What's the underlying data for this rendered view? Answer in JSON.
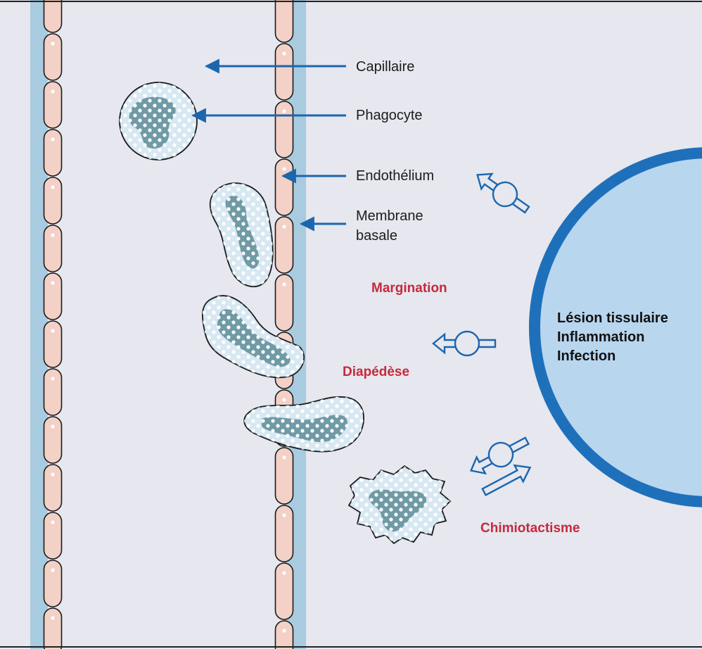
{
  "labels": {
    "capillaire": "Capillaire",
    "phagocyte": "Phagocyte",
    "endothelium": "Endothélium",
    "membrane_line1": "Membrane",
    "membrane_line2": "basale",
    "margination": "Margination",
    "diapedese": "Diapédèse",
    "chimiotactisme": "Chimiotactisme"
  },
  "lesion": {
    "line1": "Lésion tissulaire",
    "line2": "Inflammation",
    "line3": "Infection"
  },
  "colors": {
    "background": "#e6e7ef",
    "membrane": "#a9cbe0",
    "endothelial_cell": "#f3d1c6",
    "cell_body": "#d8e8f2",
    "nucleus": "#6f9aa6",
    "arrow": "#1c66ad",
    "label_red": "#c7283c",
    "lesion_fill": "#b9d6ef",
    "lesion_border": "#1e70bb"
  }
}
